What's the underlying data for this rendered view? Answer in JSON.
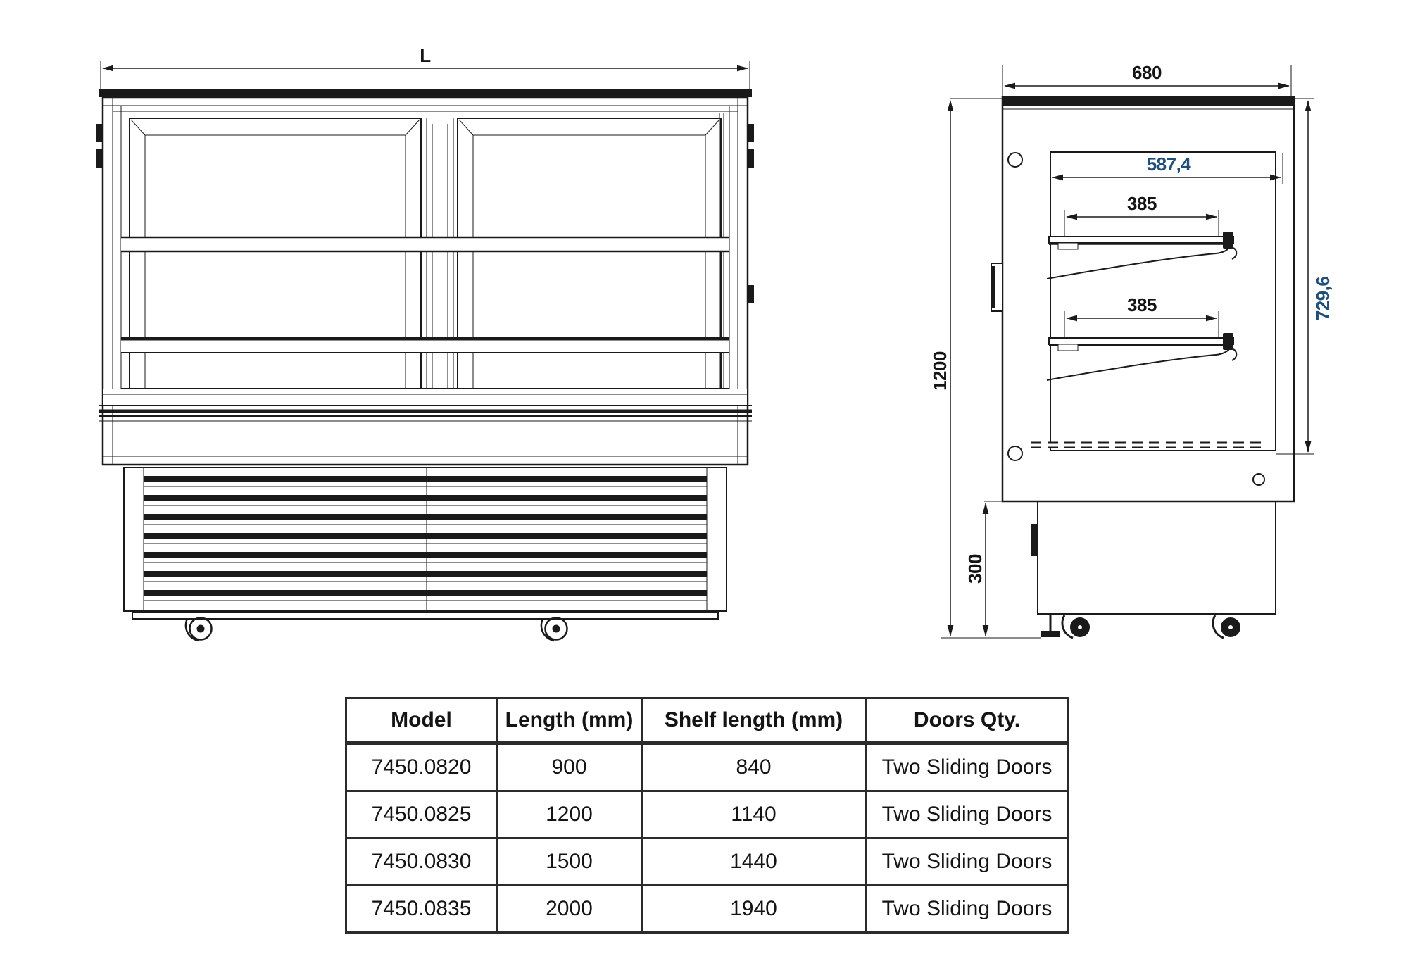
{
  "drawing": {
    "front_view": {
      "length_label": "L"
    },
    "side_view": {
      "depth": "680",
      "window_width": "587,4",
      "shelf_1_depth": "385",
      "shelf_2_depth": "385",
      "window_height": "729,6",
      "total_height": "1200",
      "base_height": "300"
    }
  },
  "colors": {
    "line": "#1a1a1a",
    "dim_text": "#151515",
    "dim_text_blue": "#1f4e79"
  },
  "spec_table": {
    "headers": [
      "Model",
      "Length (mm)",
      "Shelf length (mm)",
      "Doors Qty."
    ],
    "rows": [
      [
        "7450.0820",
        "900",
        "840",
        "Two Sliding Doors"
      ],
      [
        "7450.0825",
        "1200",
        "1140",
        "Two Sliding Doors"
      ],
      [
        "7450.0830",
        "1500",
        "1440",
        "Two Sliding Doors"
      ],
      [
        "7450.0835",
        "2000",
        "1940",
        "Two Sliding Doors"
      ]
    ]
  }
}
